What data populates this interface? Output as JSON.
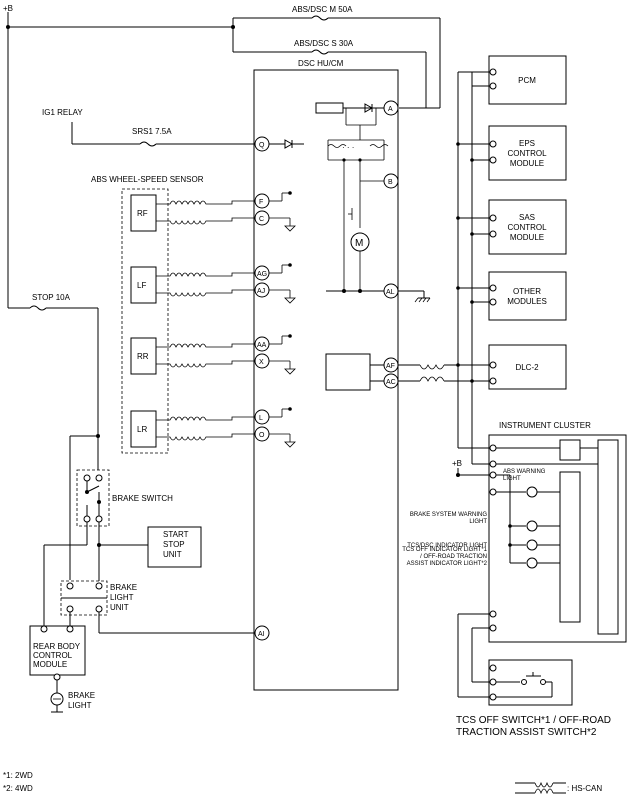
{
  "power": {
    "plus_b": "+B",
    "plus_b_cluster": "+B"
  },
  "fuses": {
    "abs_dsc_m": "ABS/DSC M 50A",
    "abs_dsc_s": "ABS/DSC S 30A",
    "srs1": "SRS1 7.5A",
    "stop": "STOP 10A"
  },
  "ig1_relay": "IG1 RELAY",
  "module": {
    "title": "DSC HU/CM"
  },
  "sensor_group": {
    "title": "ABS WHEEL-SPEED SENSOR"
  },
  "sensors": [
    {
      "label": "RF",
      "pin_top": "F",
      "pin_bottom": "C"
    },
    {
      "label": "LF",
      "pin_top": "AG",
      "pin_bottom": "AJ"
    },
    {
      "label": "RR",
      "pin_top": "AA",
      "pin_bottom": "X"
    },
    {
      "label": "LR",
      "pin_top": "L",
      "pin_bottom": "O"
    }
  ],
  "pins": {
    "a": "A",
    "q": "Q",
    "b": "B",
    "al": "AL",
    "af": "AF",
    "ac": "AC",
    "ai": "AI"
  },
  "motor_label": "M",
  "can_modules": [
    "PCM",
    "EPS\nCONTROL\nMODULE",
    "SAS\nCONTROL\nMODULE",
    "OTHER\nMODULES",
    "DLC-2"
  ],
  "cluster": {
    "title": "INSTRUMENT CLUSTER",
    "abs_warning": "ABS WARNING\nLIGHT",
    "lamps": [
      "BRAKE SYSTEM WARNING\nLIGHT",
      "TCS/DSC INDICATOR LIGHT",
      "TCS OFF INDICATOR LIGHT*1\n/ OFF-ROAD TRACTION\nASSIST INDICATOR LIGHT*2"
    ]
  },
  "brake_switch": "BRAKE SWITCH",
  "start_stop_unit": "START\nSTOP\nUNIT",
  "brake_light_unit": "BRAKE\nLIGHT\nUNIT",
  "rear_body_module": "REAR BODY\nCONTROL\nMODULE",
  "brake_light": "BRAKE\nLIGHT",
  "tcs_off_switch": "TCS OFF SWITCH*1 / OFF-ROAD\nTRACTION ASSIST SWITCH*2",
  "footnotes": [
    "*1: 2WD",
    "*2: 4WD"
  ],
  "legend": {
    "hs_can": ": HS-CAN"
  }
}
